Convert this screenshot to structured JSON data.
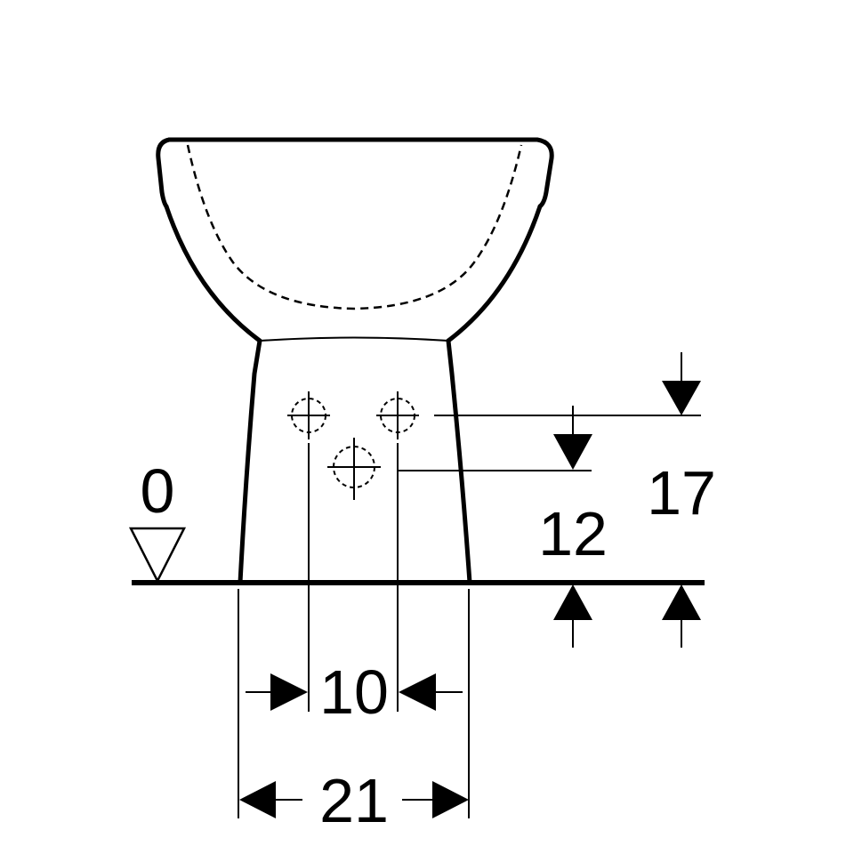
{
  "diagram": {
    "level_label": "0",
    "dimensions": {
      "height_upper": "17",
      "height_lower": "12",
      "inner_width": "10",
      "outer_width": "21"
    }
  }
}
